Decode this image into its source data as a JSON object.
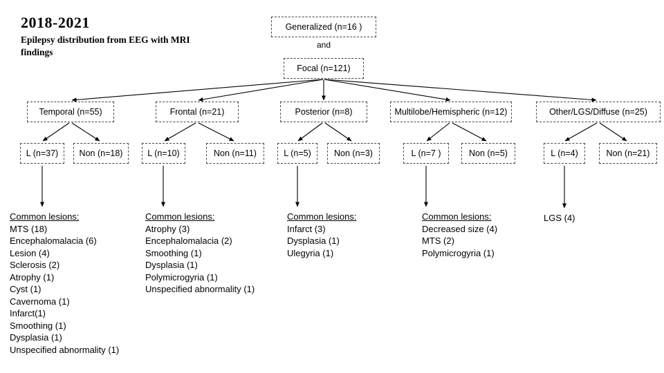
{
  "title": {
    "years": "2018-2021",
    "subtitle": "Epilepsy distribution from EEG with MRI findings"
  },
  "root": {
    "generalized": "Generalized (n=16 )",
    "connector": "and",
    "focal": "Focal (n=121)"
  },
  "branches": [
    {
      "label": "Temporal (n=55)",
      "left": "L (n=37)",
      "non": "Non (n=18)"
    },
    {
      "label": "Frontal (n=21)",
      "left": "L (n=10)",
      "non": "Non (n=11)"
    },
    {
      "label": "Posterior (n=8)",
      "left": "L (n=5)",
      "non": "Non (n=3)"
    },
    {
      "label": "Multilobe/Hemispheric (n=12)",
      "left": "L (n=7 )",
      "non": "Non (n=5)"
    },
    {
      "label": "Other/LGS/Diffuse (n=25)",
      "left": "L (n=4)",
      "non": "Non (n=21)"
    }
  ],
  "lesion_lists": [
    {
      "header": "Common lesions:",
      "items": [
        "MTS (18)",
        "Encephalomalacia (6)",
        "Lesion (4)",
        "Sclerosis (2)",
        "Atrophy (1)",
        "Cyst (1)",
        "Cavernoma (1)",
        "Infarct(1)",
        "Smoothing (1)",
        "Dysplasia (1)",
        "Unspecified abnormality (1)"
      ]
    },
    {
      "header": "Common lesions:",
      "items": [
        "Atrophy (3)",
        "Encephalomalacia (2)",
        "Smoothing (1)",
        "Dysplasia (1)",
        "Polymicrogyria (1)",
        "Unspecified abnormality (1)"
      ]
    },
    {
      "header": "Common lesions:",
      "items": [
        "Infarct (3)",
        "Dysplasia (1)",
        "Ulegyria (1)"
      ]
    },
    {
      "header": "Common lesions:",
      "items": [
        "Decreased size (4)",
        "MTS (2)",
        "Polymicrogyria (1)"
      ]
    },
    {
      "header": "",
      "items": [
        "LGS (4)"
      ]
    }
  ]
}
